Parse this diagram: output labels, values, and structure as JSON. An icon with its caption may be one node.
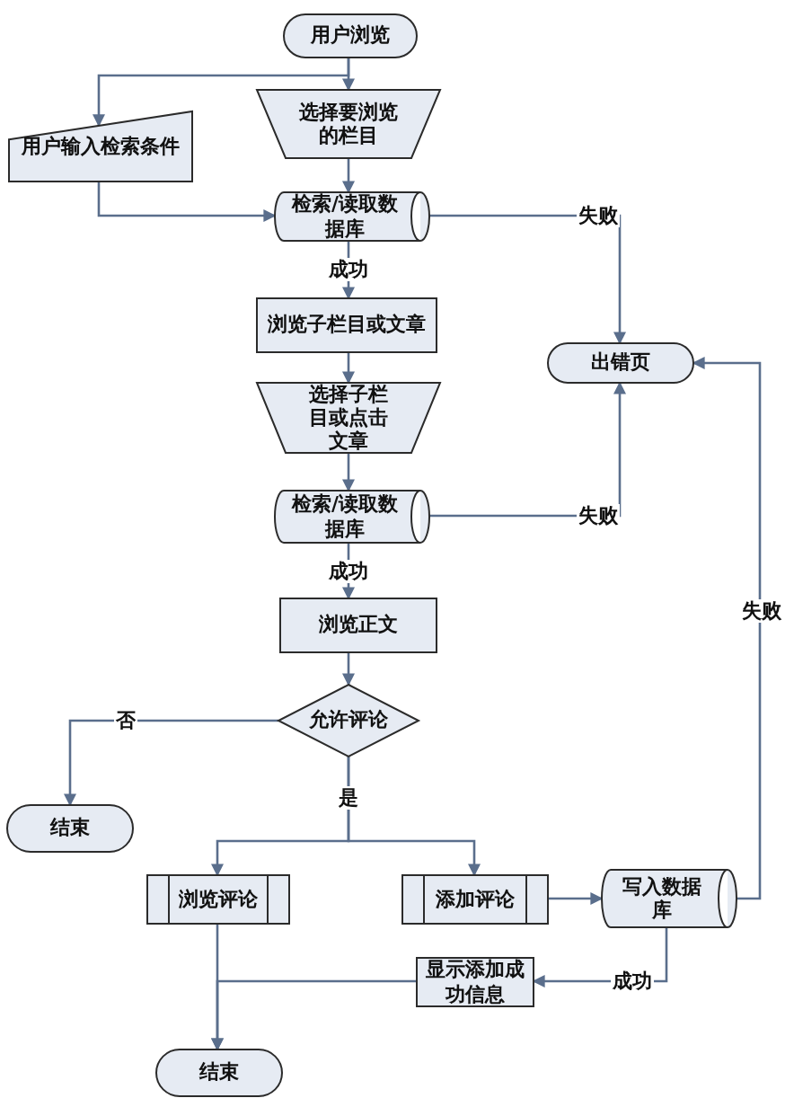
{
  "diagram": {
    "nodes": [
      {
        "text": [
          "用户浏览"
        ]
      },
      {
        "text": [
          "选择要浏览的栏目"
        ]
      },
      {
        "text": [
          "用户输入检索条件"
        ]
      },
      {
        "text": [
          "检索/读取数据库"
        ]
      },
      {
        "text": [
          "浏览子栏目或文章"
        ]
      },
      {
        "text": [
          "出错页"
        ]
      },
      {
        "text": [
          "选择子栏目或点击文章"
        ]
      },
      {
        "text": [
          "检索/读取数据库"
        ]
      },
      {
        "text": [
          "浏览正文"
        ]
      },
      {
        "text": [
          "允许评论"
        ]
      },
      {
        "text": [
          "结束"
        ]
      },
      {
        "text": [
          "浏览评论"
        ]
      },
      {
        "text": [
          "添加评论"
        ]
      },
      {
        "text": [
          "写入数据库"
        ]
      },
      {
        "text": [
          "显示添加成功信息"
        ]
      },
      {
        "text": [
          "结束"
        ]
      }
    ],
    "edges": [
      {
        "from": 0,
        "to": 1,
        "arrow": "to"
      },
      {
        "from": 0,
        "to": 2,
        "arrow": "to"
      },
      {
        "from": 1,
        "to": 3,
        "arrow": "to"
      },
      {
        "from": 2,
        "to": 3,
        "arrow": "to"
      },
      {
        "from": 3,
        "to": 5,
        "arrow": "to",
        "label": "失败"
      },
      {
        "from": 3,
        "to": 4,
        "arrow": "to",
        "label": "成功"
      },
      {
        "from": 4,
        "to": 6,
        "arrow": "to"
      },
      {
        "from": 6,
        "to": 7,
        "arrow": "to"
      },
      {
        "from": 7,
        "to": 5,
        "arrow": "to",
        "label": "失败"
      },
      {
        "from": 7,
        "to": 8,
        "arrow": "to",
        "label": "成功"
      },
      {
        "from": 8,
        "to": 9,
        "arrow": "to"
      },
      {
        "from": 9,
        "to": 10,
        "arrow": "to",
        "label": "否"
      },
      {
        "from": 9,
        "to": 11,
        "arrow": "to",
        "label": "是"
      },
      {
        "from": 9,
        "to": 12,
        "arrow": "to"
      },
      {
        "from": 11,
        "to": 15,
        "arrow": "to"
      },
      {
        "from": 12,
        "to": 13,
        "arrow": "to"
      },
      {
        "from": 13,
        "to": 5,
        "arrow": "to",
        "label": "失败"
      },
      {
        "from": 13,
        "to": 14,
        "arrow": "to",
        "label": "成功"
      },
      {
        "from": 14,
        "to": 15,
        "arrow": "to"
      }
    ]
  }
}
